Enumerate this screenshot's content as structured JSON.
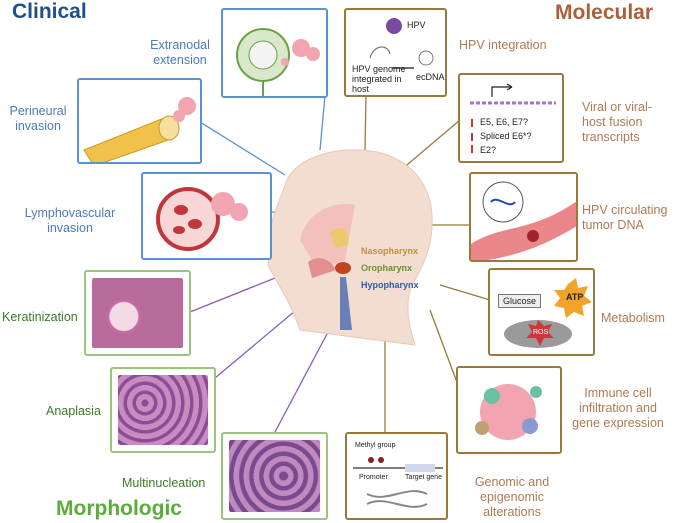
{
  "headers": {
    "clinical": "Clinical",
    "molecular": "Molecular",
    "morphologic": "Morphologic"
  },
  "clinical": {
    "extranodal": "Extranodal extension",
    "perineural": "Perineural invasion",
    "lymphovascular": "Lymphovascular invasion"
  },
  "molecular": {
    "hpv_integration": "HPV integration",
    "fusion": "Viral or viral-host fusion transcripts",
    "circulating": "HPV circulating tumor DNA",
    "metabolism": "Metabolism",
    "immune": "Immune cell infiltration and gene expression",
    "genomic": "Genomic and epigenomic alterations"
  },
  "morphologic": {
    "keratinization": "Keratinization",
    "anaplasia": "Anaplasia",
    "multinucleation": "Multinucleation"
  },
  "anatomy": {
    "nasopharynx": "Nasopharynx",
    "oropharynx": "Oropharynx",
    "hypopharynx": "Hypopharynx"
  },
  "integration_box": {
    "virus": "HPV",
    "genome": "HPV genome integrated in host",
    "ecdna": "ecDNA"
  },
  "fusion_box": {
    "line1": "E5, E6, E7?",
    "line2": "Spliced E6*?",
    "line3": "E2?"
  },
  "metabolism_box": {
    "glucose": "Glucose",
    "atp": "ATP",
    "ros": "ROS"
  },
  "genomic_box": {
    "methyl": "Methyl group",
    "promoter": "Promoter",
    "target": "Target gene"
  },
  "colors": {
    "clinical": "#4a7cc0",
    "molecular": "#b07a52",
    "morphologic": "#3e7a2a"
  }
}
